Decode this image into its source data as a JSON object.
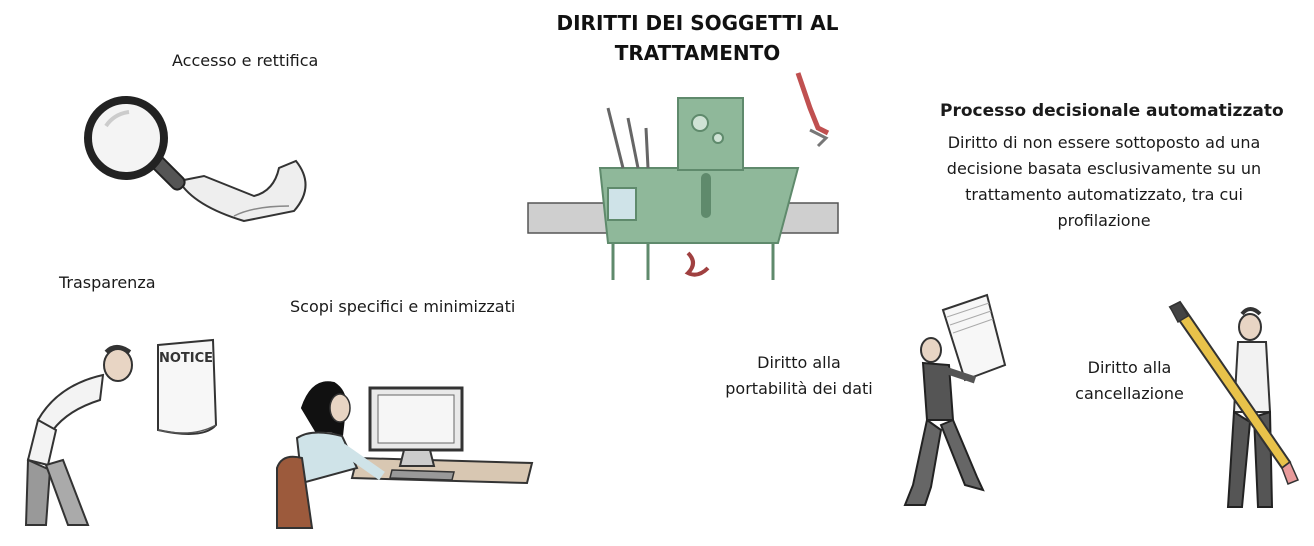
{
  "title": "DIRITTI DEI SOGGETTI AL TRATTAMENTO",
  "labels": {
    "access": "Accesso e rettifica",
    "transparency": "Trasparenza",
    "purposes": "Scopi specifici e minimizzati",
    "automated_title": "Processo decisionale automatizzato",
    "automated_desc": "Diritto di non essere sottoposto ad una decisione basata esclusivamente su un trattamento automatizzato, tra cui profilazione",
    "portability": "Diritto alla portabilità dei dati",
    "erasure": "Diritto alla cancellazione"
  },
  "notice_text": "NOTICE",
  "colors": {
    "machine": "#8fb89a",
    "machine_dark": "#5f8a6c",
    "pencil": "#e8c24a",
    "ink": "#333333",
    "skin": "#e8d5c4"
  }
}
